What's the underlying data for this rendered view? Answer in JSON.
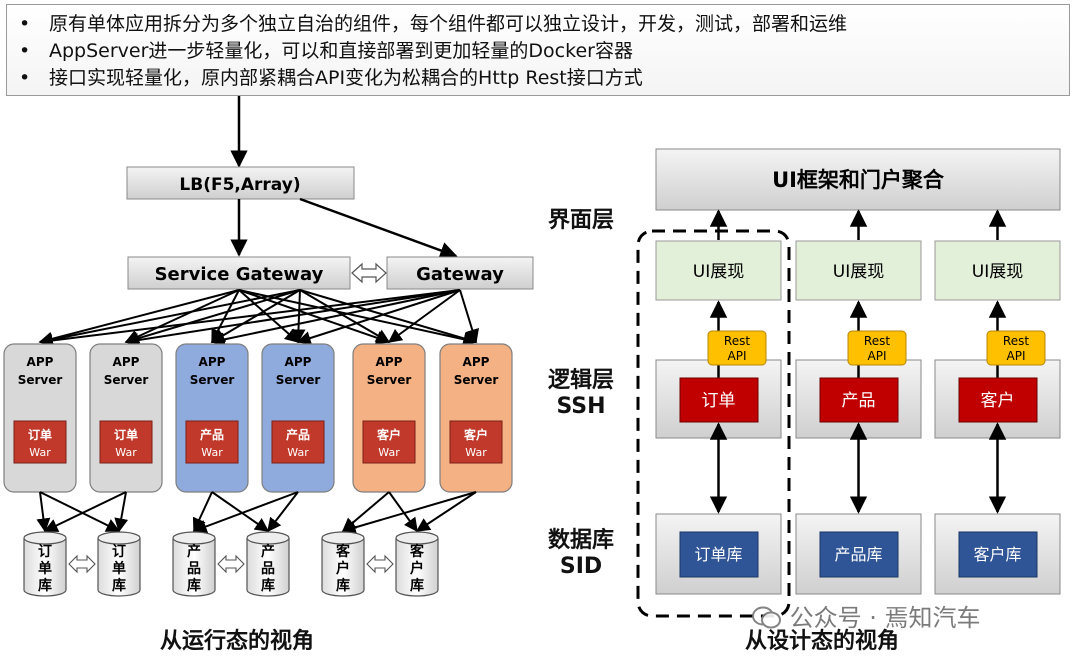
{
  "bullets": [
    "原有单体应用拆分为多个独立自治的组件，每个组件都可以独立设计，开发，测试，部署和运维",
    "AppServer进一步轻量化，可以和直接部署到更加轻量的Docker容器",
    "接口实现轻量化，原内部紧耦合API变化为松耦合的Http Rest接口方式"
  ],
  "bullet_marker": "•",
  "runtime_view": {
    "lb": "LB(F5,Array)",
    "service_gateway": "Service Gateway",
    "gateway": "Gateway",
    "servers": [
      {
        "line1": "APP",
        "line2": "Server",
        "war": "订单",
        "war2": "War",
        "color": "#d8d8d8"
      },
      {
        "line1": "APP",
        "line2": "Server",
        "war": "订单",
        "war2": "War",
        "color": "#d8d8d8"
      },
      {
        "line1": "APP",
        "line2": "Server",
        "war": "产品",
        "war2": "War",
        "color": "#8faadc"
      },
      {
        "line1": "APP",
        "line2": "Server",
        "war": "产品",
        "war2": "War",
        "color": "#8faadc"
      },
      {
        "line1": "APP",
        "line2": "Server",
        "war": "客户",
        "war2": "War",
        "color": "#f4b183"
      },
      {
        "line1": "APP",
        "line2": "Server",
        "war": "客户",
        "war2": "War",
        "color": "#f4b183"
      }
    ],
    "databases": [
      [
        "订",
        "单",
        "库"
      ],
      [
        "订",
        "单",
        "库"
      ],
      [
        "产",
        "品",
        "库"
      ],
      [
        "产",
        "品",
        "库"
      ],
      [
        "客",
        "户",
        "库"
      ],
      [
        "客",
        "户",
        "库"
      ]
    ],
    "caption": "从运行态的视角"
  },
  "design_view": {
    "portal": "UI框架和门户聚合",
    "layers": {
      "ui": "界面层",
      "logic1": "逻辑层",
      "logic2": "SSH",
      "db1": "数据库",
      "db2": "SID"
    },
    "columns": [
      {
        "ui": "UI展现",
        "rest1": "Rest",
        "rest2": "API",
        "svc": "订单",
        "db": "订单库"
      },
      {
        "ui": "UI展现",
        "rest1": "Rest",
        "rest2": "API",
        "svc": "产品",
        "db": "产品库"
      },
      {
        "ui": "UI展现",
        "rest1": "Rest",
        "rest2": "API",
        "svc": "客户",
        "db": "客户库"
      }
    ],
    "caption": "从设计态的视角"
  },
  "watermark": "公众号 · 焉知汽车",
  "watermark_icon": "wechat-icon",
  "colors": {
    "ui_box": "#e2efd9",
    "service_red": "#c00000",
    "db_blue": "#2f5597",
    "rest_yellow": "#ffc000",
    "gray_box": "#e6e6e6"
  }
}
